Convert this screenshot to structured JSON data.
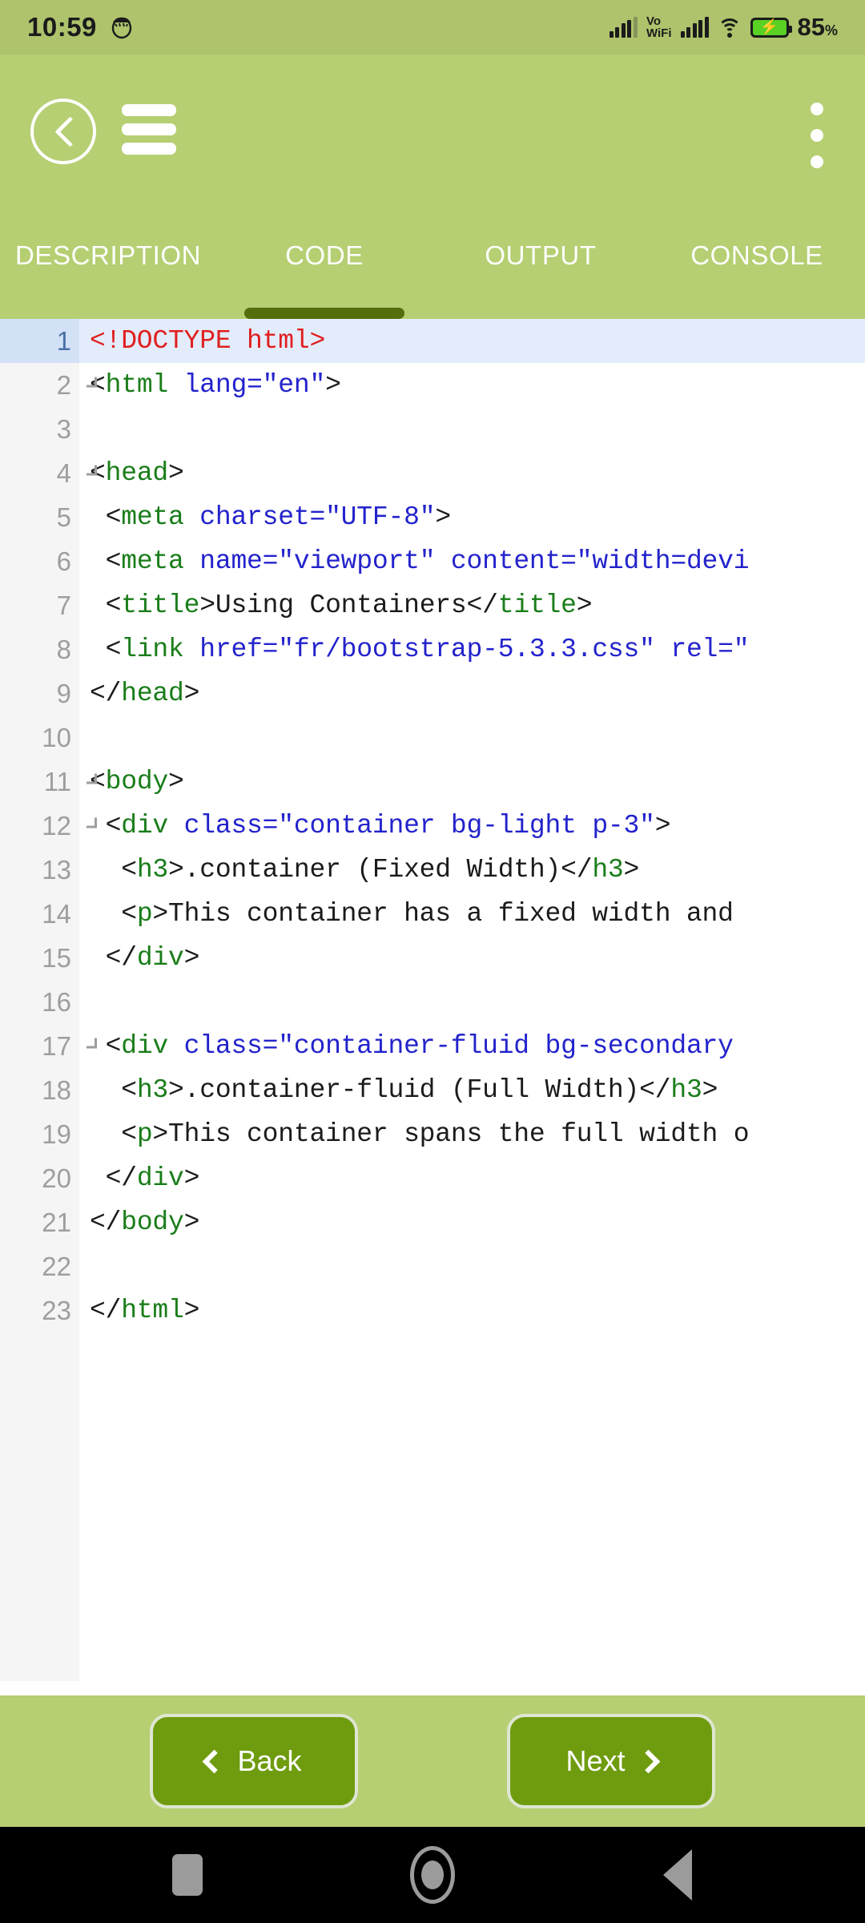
{
  "status_bar": {
    "time": "10:59",
    "alarm_icon": "alarm-icon",
    "signal_1": "signal-bars-icon",
    "vowifi_line1": "Vo",
    "vowifi_line2": "WiFi",
    "signal_2": "signal-bars-icon",
    "wifi_icon": "wifi-icon",
    "battery_icon": "battery-charging-icon",
    "battery_percent": "85",
    "battery_percent_symbol": "%"
  },
  "app_bar": {
    "back_icon": "back-arrow-circle-icon",
    "menu_icon": "hamburger-menu-icon",
    "overflow_icon": "overflow-menu-icon"
  },
  "tabs": {
    "active_index": 1,
    "items": [
      {
        "label": "DESCRIPTION"
      },
      {
        "label": "CODE"
      },
      {
        "label": "OUTPUT"
      },
      {
        "label": "CONSOLE"
      }
    ]
  },
  "editor": {
    "highlighted_line": 1,
    "lines": [
      {
        "n": "1",
        "fold": false,
        "tokens": [
          {
            "c": "d",
            "t": "<!DOCTYPE html>"
          }
        ]
      },
      {
        "n": "2",
        "fold": true,
        "tokens": [
          {
            "c": "p",
            "t": "<"
          },
          {
            "c": "t",
            "t": "html"
          },
          {
            "c": "p",
            "t": " "
          },
          {
            "c": "a",
            "t": "lang=\"en\""
          },
          {
            "c": "p",
            "t": ">"
          }
        ]
      },
      {
        "n": "3",
        "fold": false,
        "tokens": []
      },
      {
        "n": "4",
        "fold": true,
        "tokens": [
          {
            "c": "p",
            "t": "<"
          },
          {
            "c": "t",
            "t": "head"
          },
          {
            "c": "p",
            "t": ">"
          }
        ]
      },
      {
        "n": "5",
        "fold": false,
        "tokens": [
          {
            "c": "p",
            "t": " <"
          },
          {
            "c": "t",
            "t": "meta"
          },
          {
            "c": "p",
            "t": " "
          },
          {
            "c": "a",
            "t": "charset=\"UTF-8\""
          },
          {
            "c": "p",
            "t": ">"
          }
        ]
      },
      {
        "n": "6",
        "fold": false,
        "tokens": [
          {
            "c": "p",
            "t": " <"
          },
          {
            "c": "t",
            "t": "meta"
          },
          {
            "c": "p",
            "t": " "
          },
          {
            "c": "a",
            "t": "name=\"viewport\" content=\"width=devi"
          }
        ]
      },
      {
        "n": "7",
        "fold": false,
        "tokens": [
          {
            "c": "p",
            "t": " <"
          },
          {
            "c": "t",
            "t": "title"
          },
          {
            "c": "p",
            "t": ">"
          },
          {
            "c": "p",
            "t": "Using Containers"
          },
          {
            "c": "p",
            "t": "</"
          },
          {
            "c": "t",
            "t": "title"
          },
          {
            "c": "p",
            "t": ">"
          }
        ]
      },
      {
        "n": "8",
        "fold": false,
        "tokens": [
          {
            "c": "p",
            "t": " <"
          },
          {
            "c": "t",
            "t": "link"
          },
          {
            "c": "p",
            "t": " "
          },
          {
            "c": "a",
            "t": "href=\"fr/bootstrap-5.3.3.css\" rel=\""
          }
        ]
      },
      {
        "n": "9",
        "fold": false,
        "tokens": [
          {
            "c": "p",
            "t": "</"
          },
          {
            "c": "t",
            "t": "head"
          },
          {
            "c": "p",
            "t": ">"
          }
        ]
      },
      {
        "n": "10",
        "fold": false,
        "tokens": []
      },
      {
        "n": "11",
        "fold": true,
        "tokens": [
          {
            "c": "p",
            "t": "<"
          },
          {
            "c": "t",
            "t": "body"
          },
          {
            "c": "p",
            "t": ">"
          }
        ]
      },
      {
        "n": "12",
        "fold": true,
        "tokens": [
          {
            "c": "p",
            "t": " <"
          },
          {
            "c": "t",
            "t": "div"
          },
          {
            "c": "p",
            "t": " "
          },
          {
            "c": "a",
            "t": "class=\"container bg-light p-3\""
          },
          {
            "c": "p",
            "t": ">"
          }
        ]
      },
      {
        "n": "13",
        "fold": false,
        "tokens": [
          {
            "c": "p",
            "t": "  <"
          },
          {
            "c": "t",
            "t": "h3"
          },
          {
            "c": "p",
            "t": ">.container (Fixed Width)</"
          },
          {
            "c": "t",
            "t": "h3"
          },
          {
            "c": "p",
            "t": ">"
          }
        ]
      },
      {
        "n": "14",
        "fold": false,
        "tokens": [
          {
            "c": "p",
            "t": "  <"
          },
          {
            "c": "t",
            "t": "p"
          },
          {
            "c": "p",
            "t": ">This container has a fixed width and"
          }
        ]
      },
      {
        "n": "15",
        "fold": false,
        "tokens": [
          {
            "c": "p",
            "t": " </"
          },
          {
            "c": "t",
            "t": "div"
          },
          {
            "c": "p",
            "t": ">"
          }
        ]
      },
      {
        "n": "16",
        "fold": false,
        "tokens": []
      },
      {
        "n": "17",
        "fold": true,
        "tokens": [
          {
            "c": "p",
            "t": " <"
          },
          {
            "c": "t",
            "t": "div"
          },
          {
            "c": "p",
            "t": " "
          },
          {
            "c": "a",
            "t": "class=\"container-fluid bg-secondary"
          }
        ]
      },
      {
        "n": "18",
        "fold": false,
        "tokens": [
          {
            "c": "p",
            "t": "  <"
          },
          {
            "c": "t",
            "t": "h3"
          },
          {
            "c": "p",
            "t": ">.container-fluid (Full Width)</"
          },
          {
            "c": "t",
            "t": "h3"
          },
          {
            "c": "p",
            "t": ">"
          }
        ]
      },
      {
        "n": "19",
        "fold": false,
        "tokens": [
          {
            "c": "p",
            "t": "  <"
          },
          {
            "c": "t",
            "t": "p"
          },
          {
            "c": "p",
            "t": ">This container spans the full width o"
          }
        ]
      },
      {
        "n": "20",
        "fold": false,
        "tokens": [
          {
            "c": "p",
            "t": " </"
          },
          {
            "c": "t",
            "t": "div"
          },
          {
            "c": "p",
            "t": ">"
          }
        ]
      },
      {
        "n": "21",
        "fold": false,
        "tokens": [
          {
            "c": "p",
            "t": "</"
          },
          {
            "c": "t",
            "t": "body"
          },
          {
            "c": "p",
            "t": ">"
          }
        ]
      },
      {
        "n": "22",
        "fold": false,
        "tokens": []
      },
      {
        "n": "23",
        "fold": false,
        "tokens": [
          {
            "c": "p",
            "t": "</"
          },
          {
            "c": "t",
            "t": "html"
          },
          {
            "c": "p",
            "t": ">"
          }
        ]
      }
    ]
  },
  "bottom_bar": {
    "back_label": "Back",
    "next_label": "Next",
    "back_chevron": "chevron-left-icon",
    "next_chevron": "chevron-right-icon"
  },
  "android_nav": {
    "recents_icon": "square-recents-icon",
    "home_icon": "circle-home-icon",
    "back_icon": "triangle-back-icon"
  },
  "colors": {
    "header_green": "#b5cf72",
    "status_green": "#aec36c",
    "accent_olive": "#546e0e",
    "button_green": "#6f9c0f",
    "line_highlight": "#e3ecfb",
    "gutter": "#f5f5f5"
  }
}
